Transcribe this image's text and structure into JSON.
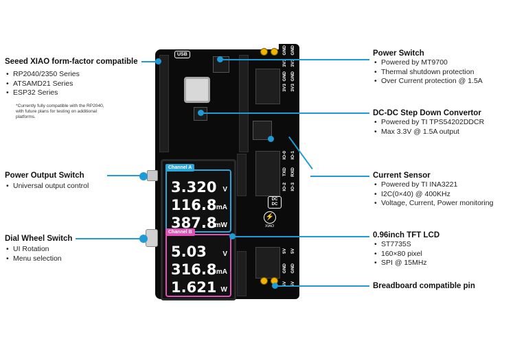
{
  "left": {
    "xiao": {
      "title": "Seeed XIAO form-factor compatible",
      "items": [
        "RP2040/2350 Series",
        "ATSAMD21 Series",
        "ESP32 Series"
      ],
      "footnote": "*Currently fully compatible with the RP2040, with future plans for testing on additional platforms."
    },
    "power_output": {
      "title": "Power Output Switch",
      "items": [
        "Universal output control"
      ]
    },
    "dial": {
      "title": "Dial Wheel Switch",
      "items": [
        "UI Rotation",
        "Menu selection"
      ]
    }
  },
  "right": {
    "power_switch": {
      "title": "Power Switch",
      "items": [
        "Powered by MT9700",
        "Thermal shutdown protection",
        "Over Current protection @ 1.5A"
      ]
    },
    "dcdc": {
      "title": "DC-DC Step Down Convertor",
      "items": [
        "Powered by TI TPS54202DDCR",
        "Max 3.3V @ 1.5A output"
      ]
    },
    "sensor": {
      "title": "Current Sensor",
      "items": [
        "Powered by TI INA3221",
        "I2C(0×40) @ 400KHz",
        "Voltage, Current, Power monitoring"
      ]
    },
    "lcd": {
      "title": "0.96inch TFT LCD",
      "items": [
        "ST7735S",
        "160×80 pixel",
        "SPI @ 15MHz"
      ]
    },
    "breadboard": {
      "title": "Breadboard compatible pin"
    }
  },
  "board": {
    "usb": "USB",
    "xiao_mark": "XIAO",
    "dcdc_mark": "DC DC",
    "pins_top": [
      "GND",
      "GND",
      "3V3",
      "3V3",
      "GND",
      "GND",
      "3V3",
      "3V3"
    ],
    "pins_mid": [
      "IO-0",
      "IO-1",
      "TXD",
      "RXD",
      "IO-2",
      "IO-3"
    ],
    "pins_bottom": [
      "5V",
      "5V",
      "GND",
      "GND",
      "5V",
      "5V"
    ]
  },
  "screen": {
    "channel_a": {
      "label": "Channel A",
      "voltage": "3.320",
      "voltage_unit": "V",
      "current": "116.8",
      "current_unit": "mA",
      "power": "387.8",
      "power_unit": "mW"
    },
    "channel_b": {
      "label": "Channel B",
      "voltage": "5.03",
      "voltage_unit": "V",
      "current": "316.8",
      "current_unit": "mA",
      "power": "1.621",
      "power_unit": "W"
    }
  },
  "colors": {
    "accent": "#1e9ad6",
    "channel_a": "#2aa7d8",
    "channel_b": "#e052b8",
    "pcb": "#0b0b0b",
    "gold": "#f0b400"
  }
}
